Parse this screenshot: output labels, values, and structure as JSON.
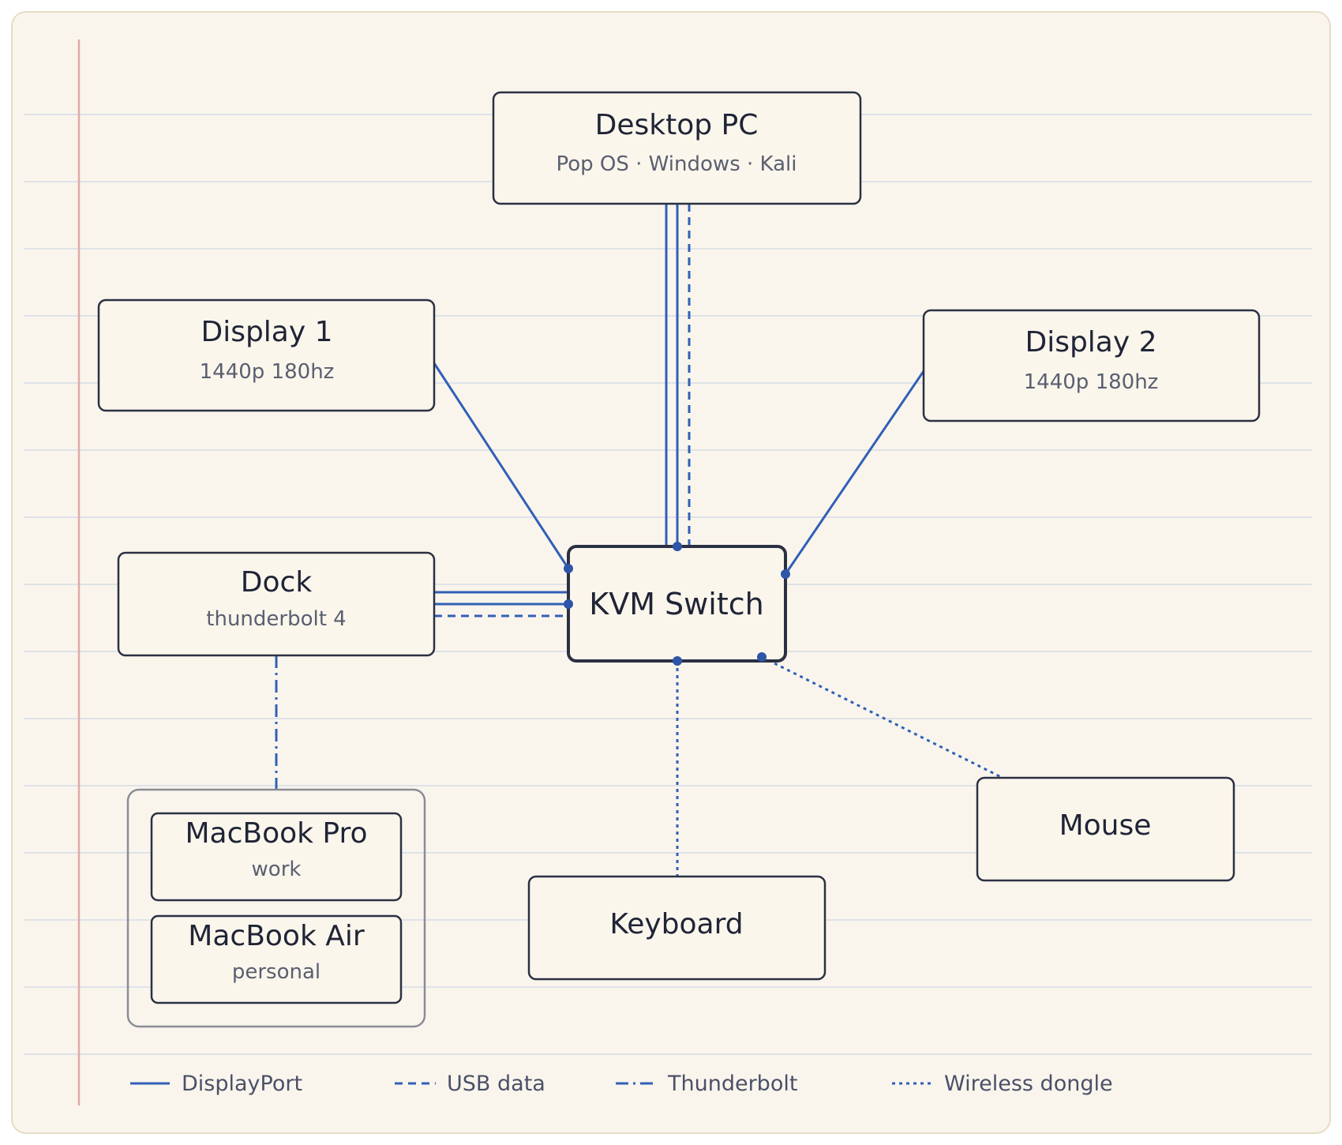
{
  "colors": {
    "paper": "#faf5ec",
    "rule_line": "#d5dbe6",
    "margin_line": "#e1a8a8",
    "ink": "#2b3043",
    "wire": "#3060b8",
    "group_border": "#8a8d96"
  },
  "nodes": {
    "desktop_pc": {
      "title": "Desktop PC",
      "subtitle": "Pop OS · Windows · Kali"
    },
    "display1": {
      "title": "Display 1",
      "subtitle": "1440p 180hz"
    },
    "display2": {
      "title": "Display 2",
      "subtitle": "1440p 180hz"
    },
    "dock": {
      "title": "Dock",
      "subtitle": "thunderbolt 4"
    },
    "kvm": {
      "title": "KVM Switch"
    },
    "macbook_pro": {
      "title": "MacBook Pro",
      "subtitle": "work"
    },
    "macbook_air": {
      "title": "MacBook Air",
      "subtitle": "personal"
    },
    "keyboard": {
      "title": "Keyboard"
    },
    "mouse": {
      "title": "Mouse"
    }
  },
  "connections": [
    {
      "from": "desktop_pc",
      "to": "kvm",
      "type": "DisplayPort"
    },
    {
      "from": "desktop_pc",
      "to": "kvm",
      "type": "DisplayPort"
    },
    {
      "from": "desktop_pc",
      "to": "kvm",
      "type": "USB data"
    },
    {
      "from": "display1",
      "to": "kvm",
      "type": "DisplayPort"
    },
    {
      "from": "display2",
      "to": "kvm",
      "type": "DisplayPort"
    },
    {
      "from": "dock",
      "to": "kvm",
      "type": "DisplayPort"
    },
    {
      "from": "dock",
      "to": "kvm",
      "type": "DisplayPort"
    },
    {
      "from": "dock",
      "to": "kvm",
      "type": "USB data"
    },
    {
      "from": "dock",
      "to": "macbooks",
      "type": "Thunderbolt"
    },
    {
      "from": "kvm",
      "to": "keyboard",
      "type": "Wireless dongle"
    },
    {
      "from": "kvm",
      "to": "mouse",
      "type": "Wireless dongle"
    }
  ],
  "legend": {
    "displayport": "DisplayPort",
    "usb": "USB data",
    "thunderbolt": "Thunderbolt",
    "wireless": "Wireless dongle"
  }
}
